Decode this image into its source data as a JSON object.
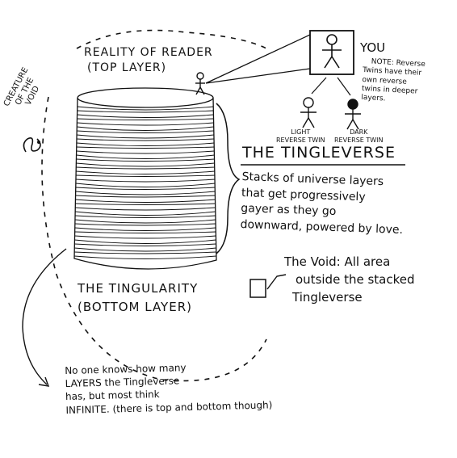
{
  "top_label": {
    "line1": "REALITY OF READER",
    "line2": "(TOP LAYER)"
  },
  "you_label": "YOU",
  "note": {
    "line1": "NOTE: Reverse",
    "line2": "Twins have their",
    "line3": "own reverse",
    "line4": "twins in deeper",
    "line5": "layers."
  },
  "light_twin": {
    "line1": "LIGHT",
    "line2": "REVERSE TWIN"
  },
  "dark_twin": {
    "line1": "DARK",
    "line2": "REVERSE TWIN"
  },
  "creature_label": {
    "line1": "CREATURE",
    "line2": "OF THE",
    "line3": "VOID"
  },
  "title": "THE TINGLEVERSE",
  "description": {
    "line1": "Stacks of universe layers",
    "line2": "that get progressively",
    "line3": "gayer as they go",
    "line4": "downward, powered by love."
  },
  "void_label": {
    "line1": "The Void: All area",
    "line2": "outside the stacked",
    "line3": "Tingleverse"
  },
  "bottom_label": {
    "line1": "THE TINGULARITY",
    "line2": "(BOTTOM LAYER)"
  },
  "footnote": {
    "line1": "No one knows how many",
    "line2": "LAYERS the Tingleverse",
    "line3": "has, but most think",
    "line4": "INFINITE. (there is top and bottom though)"
  }
}
